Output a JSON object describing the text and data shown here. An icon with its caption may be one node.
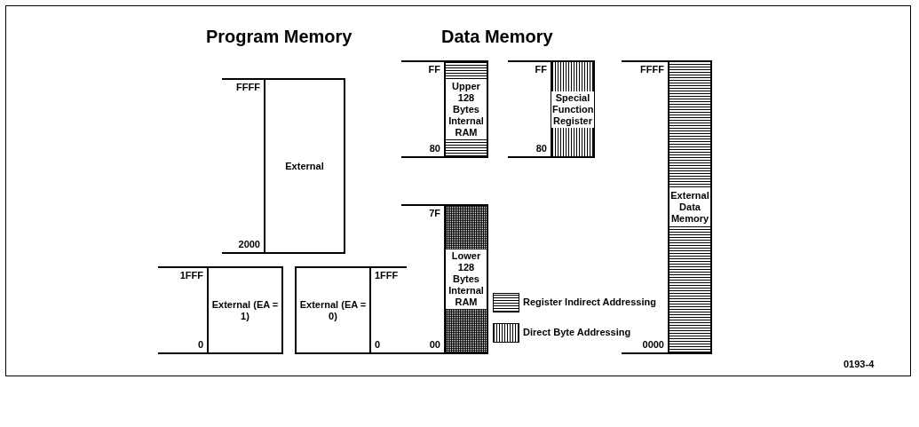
{
  "diagram": {
    "nodes": [
      {
        "text": [
          "External"
        ],
        "beside": [
          "FFFF",
          "2000"
        ]
      },
      {
        "text": [
          "External (EA = 1)"
        ],
        "beside": [
          "1FFF",
          "0"
        ]
      },
      {
        "text": [
          "External (EA = 0)"
        ],
        "beside": [
          "1FFF",
          "0"
        ]
      },
      {
        "text": [
          "Upper 128 Bytes Internal RAM"
        ],
        "beside": [
          "FF",
          "80"
        ]
      },
      {
        "text": [
          "Lower 128 Bytes Internal RAM"
        ],
        "beside": [
          "7F",
          "00"
        ]
      },
      {
        "text": [
          "Special Function Register"
        ],
        "beside": [
          "FF",
          "80"
        ]
      },
      {
        "text": [
          "External Data Memory"
        ],
        "beside": [
          "FFFF",
          "0000"
        ]
      }
    ],
    "edges": [],
    "labels": [
      "Program Memory",
      "Data Memory",
      "0193-4"
    ],
    "legend": [
      {
        "text": "Register Indirect Addressing"
      },
      {
        "text": "Direct Byte Addressing"
      }
    ]
  }
}
